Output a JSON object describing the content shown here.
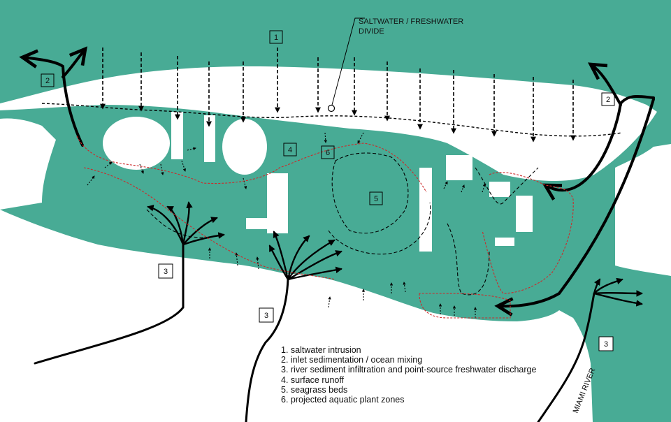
{
  "colors": {
    "water": "#48ab95",
    "land": "#ffffff",
    "flow": "#000000",
    "plant_zone": "#cc2a2a"
  },
  "callout": {
    "line1": "SALTWATER / FRESHWATER",
    "line2": "DIVIDE"
  },
  "markers": [
    "1",
    "2",
    "2",
    "3",
    "3",
    "3",
    "4",
    "5",
    "6"
  ],
  "river_label": "MIAMI RIVER",
  "legend": [
    "1. saltwater intrusion",
    "2. inlet sedimentation / ocean mixing",
    "3. river sediment infiltration and point-source freshwater discharge",
    "4. surface runoff",
    "5. seagrass beds",
    "6. projected aquatic plant zones"
  ]
}
